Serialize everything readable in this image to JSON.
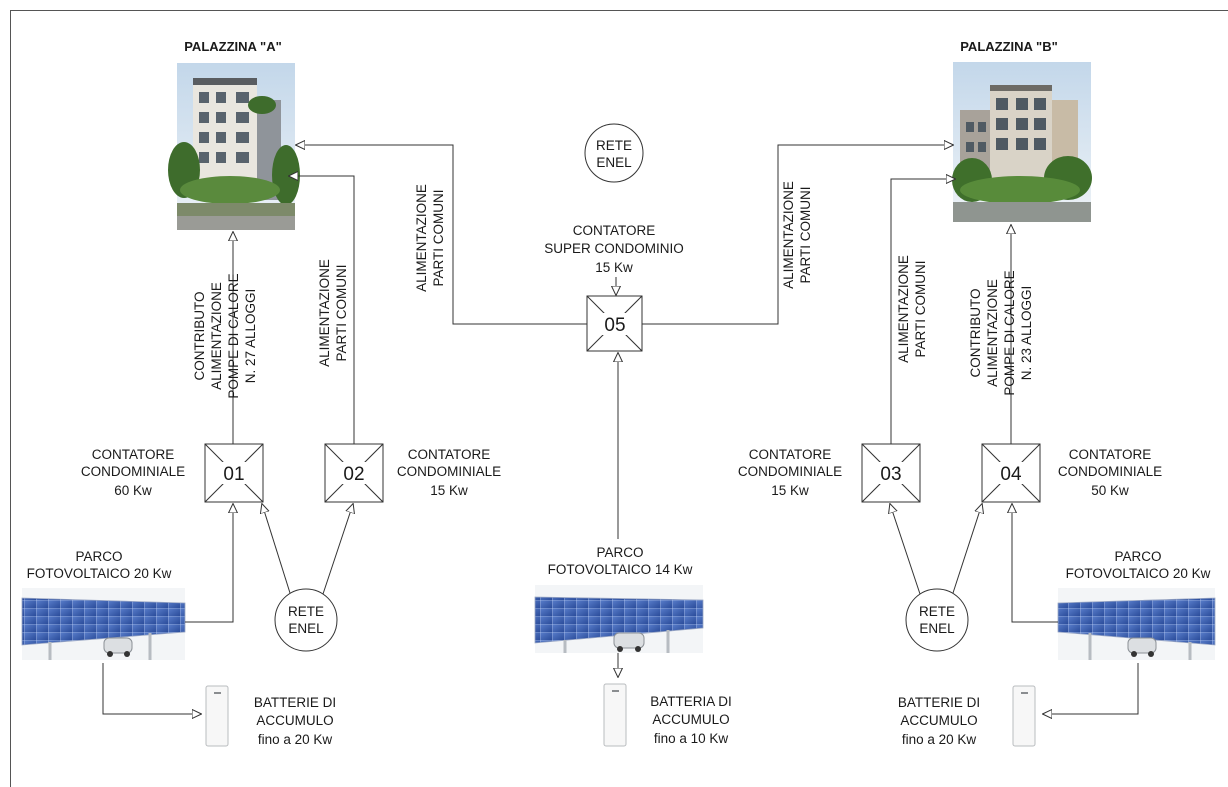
{
  "buildings": {
    "a": {
      "title": "PALAZZINA \"A\""
    },
    "b": {
      "title": "PALAZZINA \"B\""
    }
  },
  "grid": {
    "label_line1": "RETE",
    "label_line2": "ENEL"
  },
  "meters": {
    "m01": {
      "number": "01",
      "line1": "CONTATORE",
      "line2": "CONDOMINIALE",
      "line3": "60 Kw"
    },
    "m02": {
      "number": "02",
      "line1": "CONTATORE",
      "line2": "CONDOMINIALE",
      "line3": "15 Kw"
    },
    "m03": {
      "number": "03",
      "line1": "CONTATORE",
      "line2": "CONDOMINIALE",
      "line3": "15 Kw"
    },
    "m04": {
      "number": "04",
      "line1": "CONTATORE",
      "line2": "CONDOMINIALE",
      "line3": "50 Kw"
    },
    "m05": {
      "number": "05",
      "line1": "CONTATORE",
      "line2": "SUPER CONDOMINIO",
      "line3": "15 Kw"
    }
  },
  "pv": {
    "left": {
      "line1": "PARCO",
      "line2": "FOTOVOLTAICO 20 Kw"
    },
    "center": {
      "line1": "PARCO",
      "line2": "FOTOVOLTAICO 14 Kw"
    },
    "right": {
      "line1": "PARCO",
      "line2": "FOTOVOLTAICO 20 Kw"
    }
  },
  "batteries": {
    "left": {
      "line1": "BATTERIE DI",
      "line2": "ACCUMULO",
      "line3": "fino a 20 Kw"
    },
    "center": {
      "line1": "BATTERIA DI",
      "line2": "ACCUMULO",
      "line3": "fino a 10 Kw"
    },
    "right": {
      "line1": "BATTERIE DI",
      "line2": "ACCUMULO",
      "line3": "fino a 20 Kw"
    }
  },
  "supply_labels": {
    "common": {
      "line1": "ALIMENTAZIONE",
      "line2": "PARTI COMUNI"
    },
    "heatpump_a": {
      "line1": "CONTRIBUTO",
      "line2": "ALIMENTAZIONE",
      "line3": "POMPE DI CALORE",
      "line4": "N. 27 ALLOGGI"
    },
    "heatpump_b": {
      "line1": "CONTRIBUTO",
      "line2": "ALIMENTAZIONE",
      "line3": "POMPE DI CALORE",
      "line4": "N. 23 ALLOGGI"
    }
  },
  "colors": {
    "line": "#333333",
    "panel": "#3f63b8",
    "sky": "#cfe0ee",
    "foliage": "#4f7d37",
    "building": "#e7e4dd"
  }
}
